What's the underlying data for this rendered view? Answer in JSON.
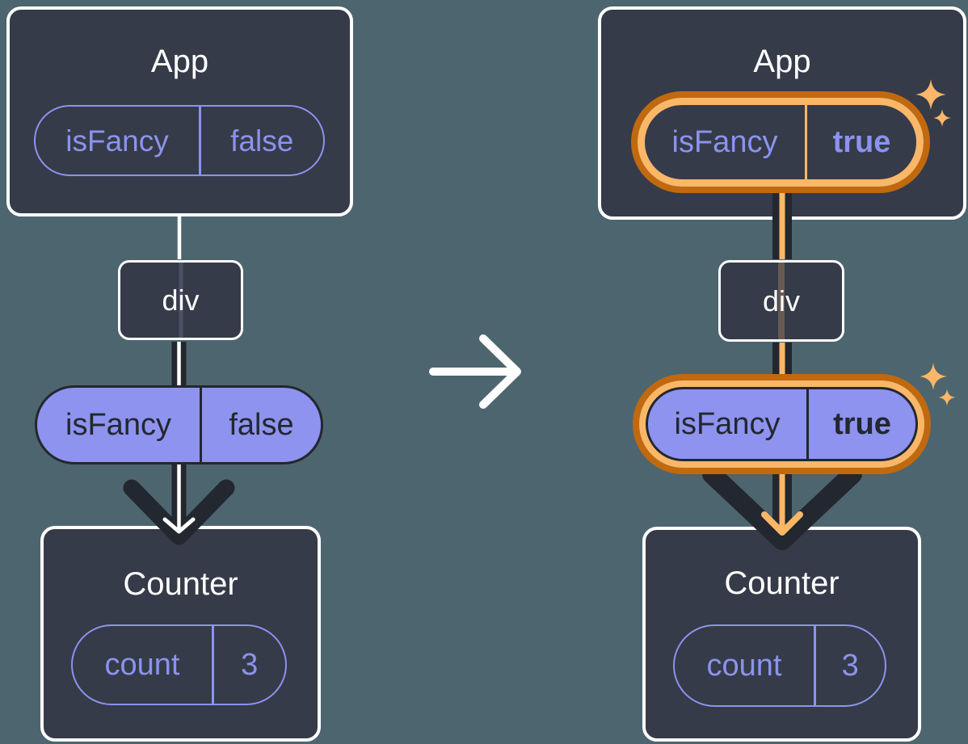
{
  "colors": {
    "background": "#4d656f",
    "card": "#353b48",
    "card-border": "#ffffff",
    "ink-dark": "#23272f",
    "purple": "#8b93ef",
    "purple-fill": "#8d93ee",
    "orange-dark": "#c0690f",
    "orange-light": "#fab768",
    "white": "#ffffff"
  },
  "icons": {
    "transition_arrow": "right-arrow-icon",
    "sparkle": "sparkle-icon",
    "down_arrow": "down-arrow-icon"
  },
  "left_diagram": {
    "app_title": "App",
    "app_state": {
      "name": "isFancy",
      "value": "false"
    },
    "div_label": "div",
    "prop": {
      "name": "isFancy",
      "value": "false"
    },
    "counter_title": "Counter",
    "counter_state": {
      "name": "count",
      "value": "3"
    }
  },
  "right_diagram": {
    "app_title": "App",
    "app_state": {
      "name": "isFancy",
      "value": "true"
    },
    "div_label": "div",
    "prop": {
      "name": "isFancy",
      "value": "true"
    },
    "counter_title": "Counter",
    "counter_state": {
      "name": "count",
      "value": "3"
    }
  }
}
